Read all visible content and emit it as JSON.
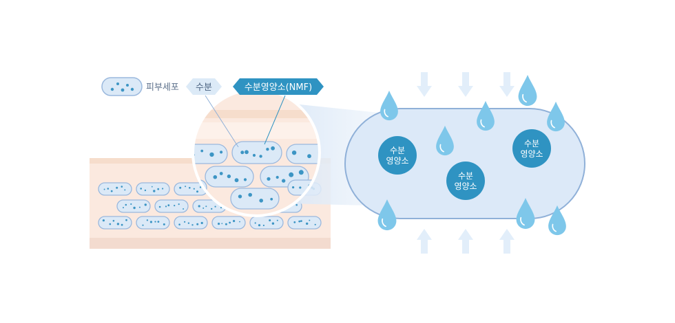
{
  "legend": {
    "cell_label": "피부세포",
    "water_label": "수분",
    "nmf_label": "수분영양소(NMF)"
  },
  "nutrients": [
    {
      "line1": "수분",
      "line2": "영양소"
    },
    {
      "line1": "수분",
      "line2": "영양소"
    },
    {
      "line1": "수분",
      "line2": "영양소"
    }
  ],
  "colors": {
    "skin_light": "#fbe9df",
    "skin_band": "#f6ddcc",
    "skin_bottom": "#f3dbcf",
    "cell_fill": "#dbe9f7",
    "cell_stroke": "#9ab8dd",
    "cell_dot": "#3d95c4",
    "big_cell_fill": "#dce9f8",
    "big_cell_stroke": "#8fb0d8",
    "nmf": "#2f93c2",
    "drop": "#7ec7ea",
    "arrow": "#e2eefa",
    "legend_text": "#5b6f8a",
    "water_tag": "#dceaf7"
  }
}
